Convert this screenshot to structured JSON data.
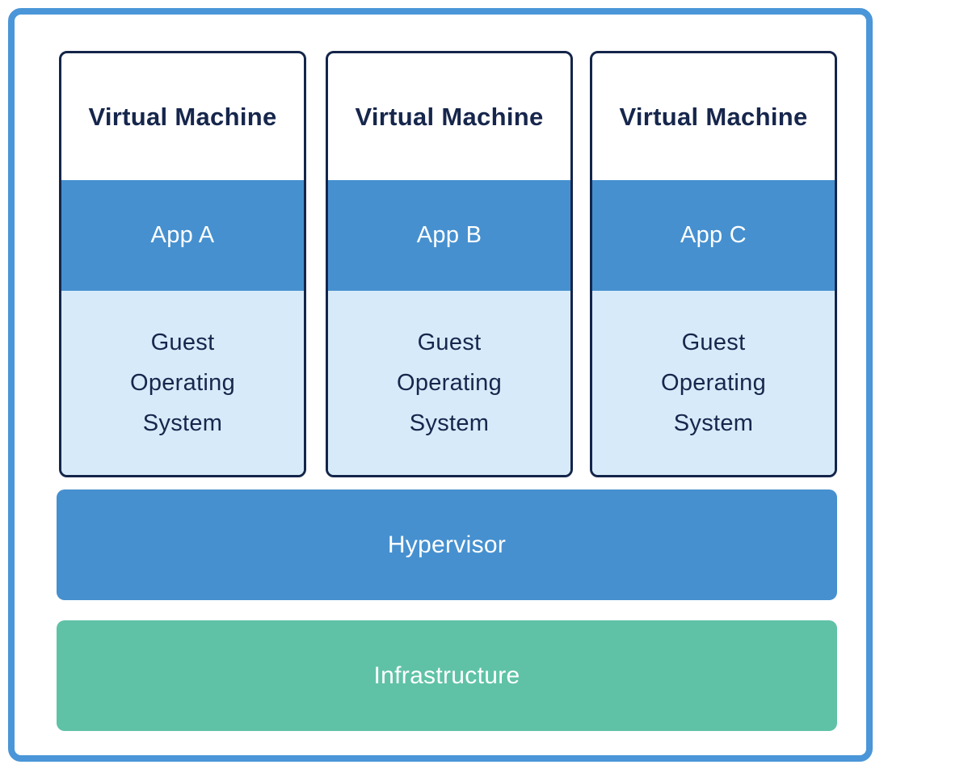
{
  "colors": {
    "frame-border": "#4a96d8",
    "box-border": "#14254a",
    "navy-text": "#16264c",
    "app-blue": "#4690cf",
    "light-blue": "#d7eaf9",
    "green": "#5fc2a6",
    "white-text": "#ffffff"
  },
  "vms": [
    {
      "title": "Virtual Machine",
      "app": "App A",
      "os_line1": "Guest",
      "os_line2": "Operating",
      "os_line3": "System"
    },
    {
      "title": "Virtual Machine",
      "app": "App B",
      "os_line1": "Guest",
      "os_line2": "Operating",
      "os_line3": "System"
    },
    {
      "title": "Virtual Machine",
      "app": "App C",
      "os_line1": "Guest",
      "os_line2": "Operating",
      "os_line3": "System"
    }
  ],
  "layers": {
    "hypervisor": "Hypervisor",
    "infrastructure": "Infrastructure"
  }
}
